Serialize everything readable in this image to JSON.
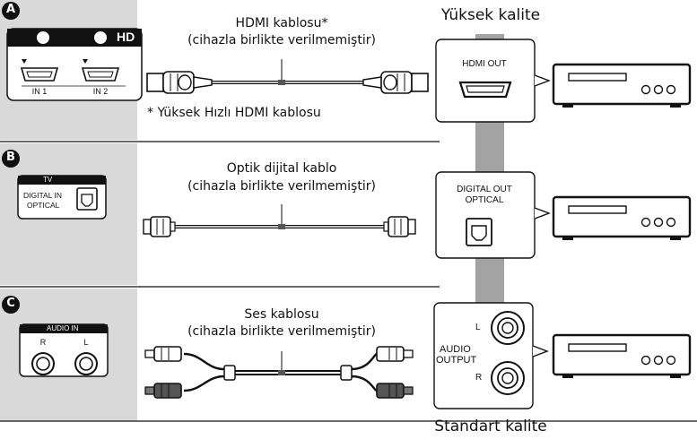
{
  "quality": {
    "high": "Yüksek kalite",
    "standard": "Standart kalite"
  },
  "sections": [
    {
      "badge": "A",
      "tv_port_label": "HD",
      "tv_inputs": [
        "IN 1",
        "IN 2"
      ],
      "cable_title": "HDMI kablosu*",
      "cable_note": "(cihazla birlikte verilmemiştir)",
      "footnote": "* Yüksek Hızlı HDMI kablosu",
      "player_port": "HDMI OUT"
    },
    {
      "badge": "B",
      "tv_header": "TV",
      "tv_port_line1": "DIGITAL IN",
      "tv_port_line2": "OPTICAL",
      "cable_title": "Optik dijital kablo",
      "cable_note": "(cihazla birlikte verilmemiştir)",
      "player_port_line1": "DIGITAL OUT",
      "player_port_line2": "OPTICAL"
    },
    {
      "badge": "C",
      "tv_header": "AUDIO IN",
      "tv_channels": [
        "R",
        "L"
      ],
      "cable_title": "Ses kablosu",
      "cable_note": "(cihazla birlikte verilmemiştir)",
      "player_port_line1": "AUDIO",
      "player_port_line2": "OUTPUT",
      "player_channels": [
        "L",
        "R"
      ]
    }
  ],
  "colors": {
    "panel_gray": "#d9d9d9",
    "bar_gray": "#a3a3a3",
    "outline": "#111111"
  }
}
